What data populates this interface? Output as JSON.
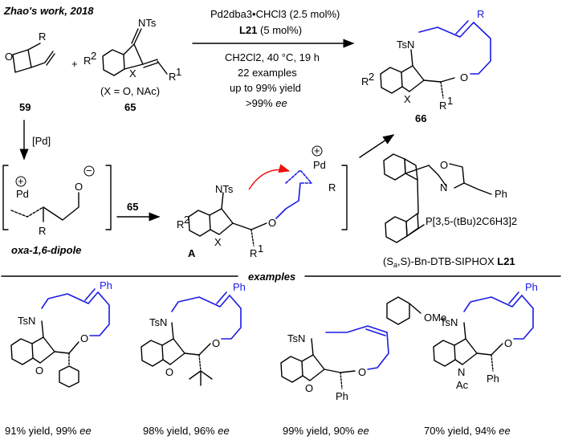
{
  "header": {
    "title": "Zhao's work, 2018"
  },
  "scheme": {
    "compound_59": "59",
    "compound_65": "65",
    "compound_66": "66",
    "label_R": "R",
    "label_R1": "R",
    "label_R2": "R",
    "sup_1": "1",
    "sup_2": "2",
    "label_X": "X",
    "label_NTs": "NTs",
    "label_TsN": "TsN",
    "label_O": "O",
    "label_Pd": "Pd",
    "x_note": "(X = O, NAc)",
    "plus": "+",
    "cond_1": "Pd2dba3•CHCl3 (2.5 mol%)",
    "cond_2a": "L21",
    "cond_2b": " (5 mol%)",
    "cond_3": "CH2Cl2, 40 °C, 19 h",
    "cond_4": "22 examples",
    "cond_5": "up to 99% yield",
    "cond_6": ">99% ee",
    "arrow_pd": "[Pd]",
    "arrow_65": "65",
    "dipole_label": "oxa-1,6-dipole",
    "intermediate_A": "A",
    "ligand_name_a": "(S",
    "ligand_name_sub": "a",
    "ligand_name_b": ",S)-Bn-DTB-SIPHOX ",
    "ligand_name_c": "L21",
    "ligand_P": "P[3,5-(tBu)2C6H3]2",
    "ligand_Ph": "Ph",
    "ligand_N": "N",
    "ligand_O": "O"
  },
  "examples": {
    "header": "examples",
    "items": [
      {
        "yield_text": "91% yield, 99% ",
        "ee": "ee",
        "Ph": "Ph"
      },
      {
        "yield_text": "98% yield, 96% ",
        "ee": "ee",
        "Ph": "Ph"
      },
      {
        "yield_text": "99% yield, 90% ",
        "ee": "ee",
        "Ph": "Ph",
        "OMe": "OMe"
      },
      {
        "yield_text": "70% yield, 94% ",
        "ee": "ee",
        "Ph": "Ph",
        "Ac": "Ac"
      }
    ]
  }
}
